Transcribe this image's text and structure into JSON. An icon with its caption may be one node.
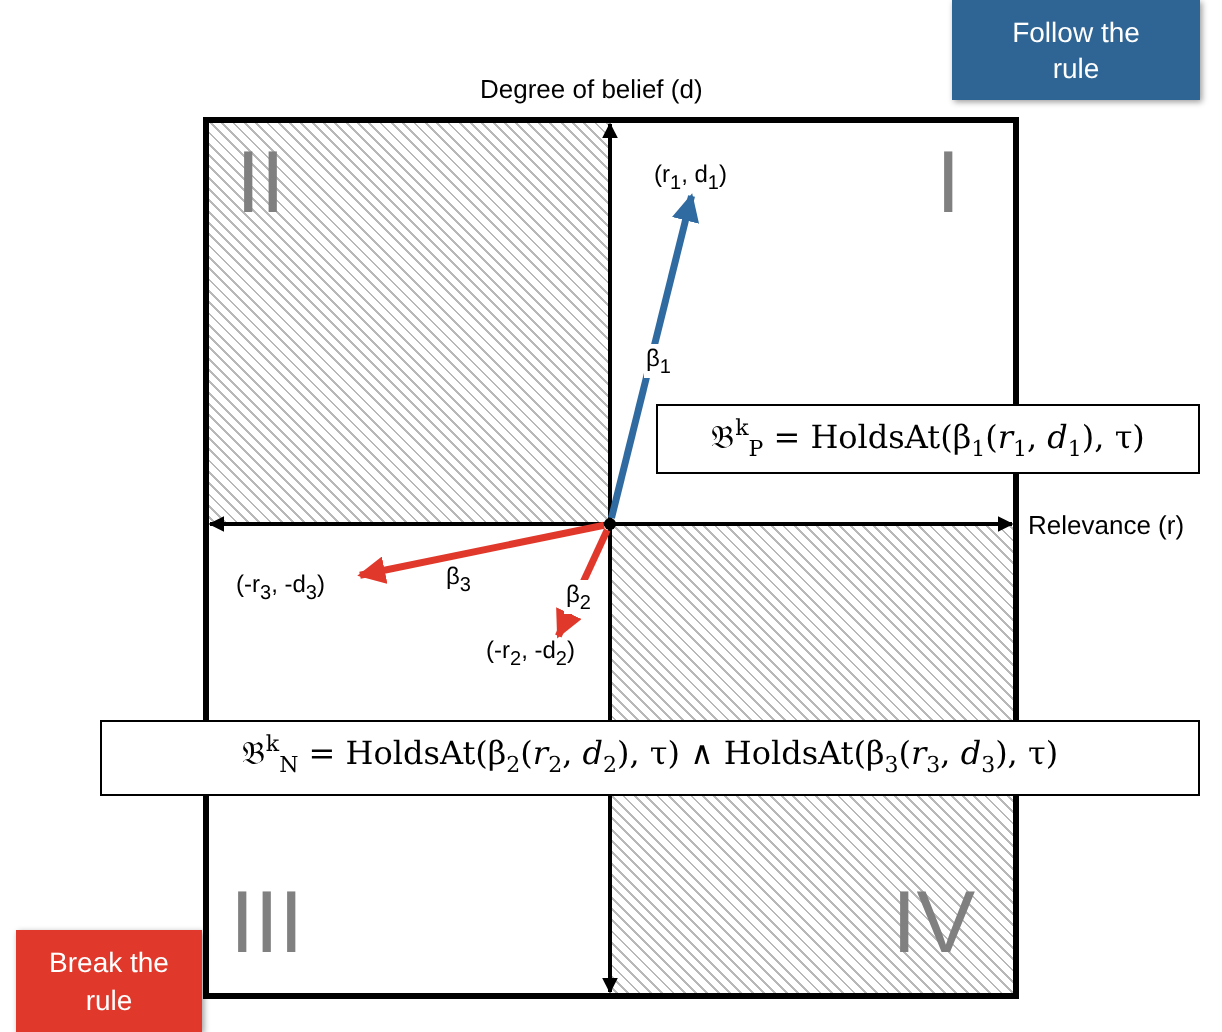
{
  "diagram": {
    "nodes": [
      {
        "text": [
          "(r$_{1}$, d$_{1}$)"
        ]
      },
      {
        "text": [
          "(-r$_{3}$, -d$_{3}$)"
        ]
      },
      {
        "text": [
          "(-r$_{2}$, -d$_{2}$)"
        ]
      },
      {
        "text": [
          "𝔅$^{k}$$_{P}$ = HoldsAt(β$_{1}$(*r*$_{1}$, *d*$_{1}$), τ)"
        ]
      },
      {
        "text": [
          "𝔅$^{k}$$_{N}$ = HoldsAt(β$_{2}$(*r*$_{2}$, *d*$_{2}$), τ) ∧ HoldsAt(β$_{3}$(*r*$_{3}$, *d*$_{3}$), τ)"
        ]
      },
      {
        "text": [
          "Follow the rule"
        ]
      },
      {
        "text": [
          "Break the rule"
        ]
      },
      {
        "text": [],
        "shape": "point"
      }
    ],
    "edges": [
      {
        "from": 7,
        "to": 0,
        "arrow": "to",
        "label": "β$_{1}$",
        "color": "#2f6aa0"
      },
      {
        "from": 7,
        "to": 2,
        "arrow": "to",
        "label": "β$_{2}$",
        "color": "#e0392b"
      },
      {
        "from": 7,
        "to": 1,
        "arrow": "to",
        "label": "β$_{3}$",
        "color": "#e0392b"
      }
    ],
    "labels": [
      "Degree of belief (d)",
      "II",
      "I",
      "Relevance (r)",
      "III",
      "IV"
    ]
  }
}
